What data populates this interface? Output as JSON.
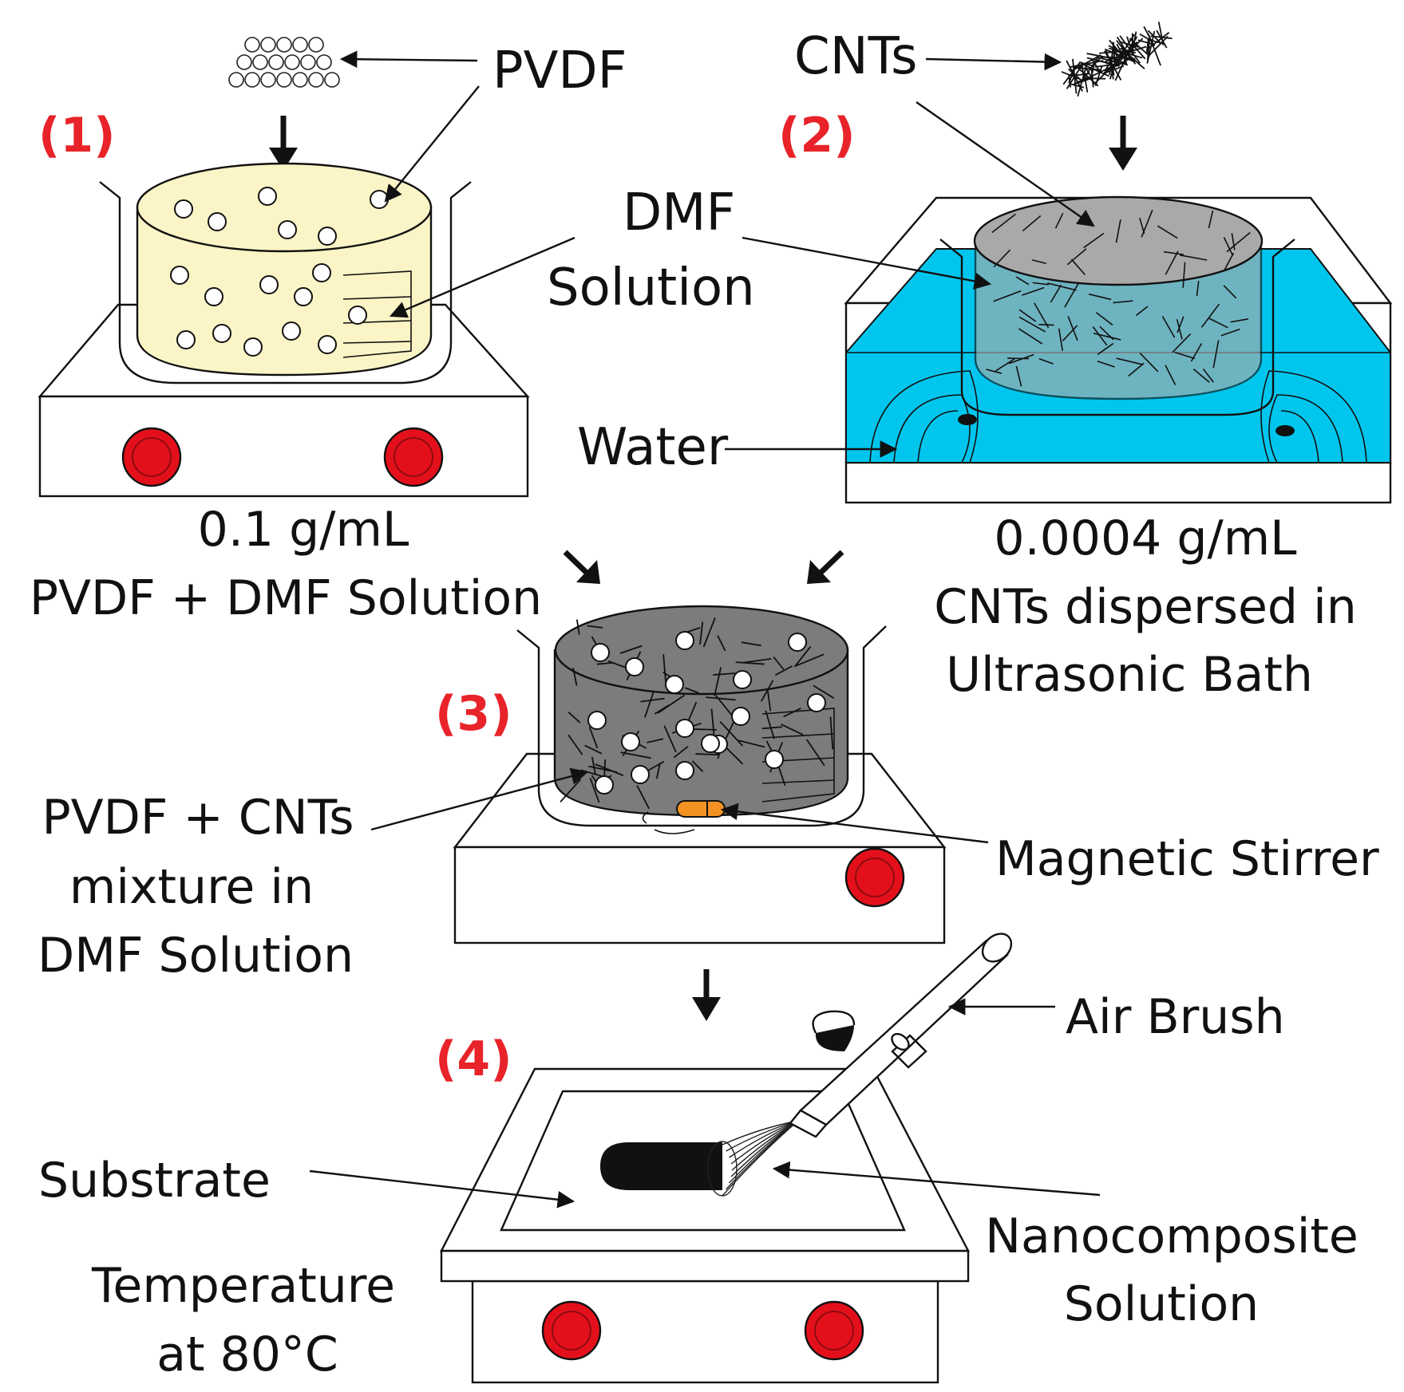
{
  "colors": {
    "step_number": "#e8232a",
    "pvdf_solution": "#fbf4c6",
    "cnt_solution": "#a9a9a9",
    "mixture": "#7c7c7c",
    "water": "#00c6ee",
    "knob": "#e3101b",
    "stirrer": "#f39223",
    "outline": "#111111"
  },
  "steps": {
    "s1": "(1)",
    "s2": "(2)",
    "s3": "(3)",
    "s4": "(4)"
  },
  "labels": {
    "pvdf": "PVDF",
    "cnts": "CNTs",
    "dmf_line1": "DMF",
    "dmf_line2": "Solution",
    "water": "Water",
    "conc1_line1": "0.1 g/mL",
    "conc1_line2": "PVDF + DMF Solution",
    "conc2_line1": "0.0004 g/mL",
    "conc2_line2": "CNTs dispersed in",
    "conc2_line3": "Ultrasonic Bath",
    "mix_line1": "PVDF +  CNTs",
    "mix_line2": "mixture in",
    "mix_line3": "DMF Solution",
    "magnetic_stirrer": "Magnetic Stirrer",
    "air_brush": "Air Brush",
    "substrate": "Substrate",
    "temp_line1": "Temperature",
    "temp_line2": "at 80°C",
    "nano_line1": "Nanocomposite",
    "nano_line2": "Solution"
  },
  "icons": [
    "pvdf-pellets-icon",
    "cnt-bundle-icon",
    "down-arrow-icon",
    "hot-plate-knob-icon",
    "magnetic-stirrer-icon",
    "air-brush-icon"
  ]
}
